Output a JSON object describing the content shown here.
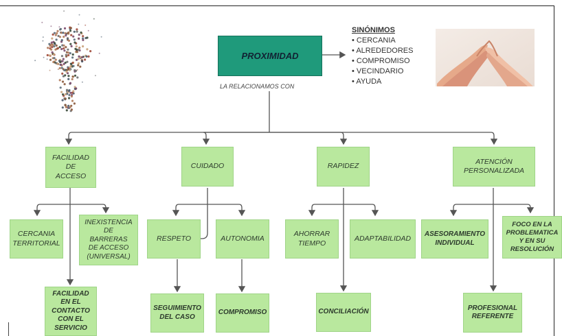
{
  "root": {
    "label": "PROXIMIDAD",
    "relation_label": "LA RELACIONAMOS CON"
  },
  "synonyms": {
    "title": "SINÓNIMOS",
    "items": [
      "CERCANIA",
      "ALREDEDORES",
      "COMPROMISO",
      "VECINDARIO",
      "AYUDA"
    ]
  },
  "categories": [
    {
      "label": "FACILIDAD\nDE\nACCESO",
      "children": [
        "CERCANIA\nTERRITORIAL",
        "INEXISTENCIA\nDE\nBARRERAS\nDE ACCESO\n(UNIVERSAL)",
        "FACILIDAD\nEN EL\nCONTACTO\nCON EL\nSERVICIO"
      ]
    },
    {
      "label": "CUIDADO",
      "children": [
        "RESPETO",
        "AUTONOMIA",
        "SEGUIMIENTO\nDEL CASO",
        "COMPROMISO"
      ]
    },
    {
      "label": "RAPIDEZ",
      "children": [
        "AHORRAR\nTIEMPO",
        "ADAPTABILIDAD",
        "CONCILIACIÓN"
      ]
    },
    {
      "label": "ATENCIÓN\nPERSONALIZADA",
      "children": [
        "ASESORAMIENTO\nINDIVIDUAL",
        "FOCO EN LA\nPROBLEMATICA\nY EN SU\nRESOLUCIÓN",
        "PROFESIONAL\nREFERENTE"
      ]
    }
  ],
  "images": {
    "bulb": "lightbulb-collage-image",
    "hands": "joined-hands-photo"
  },
  "colors": {
    "root_fill": "#1f9a7b",
    "node_fill": "#b9e89e",
    "connector": "#555555"
  }
}
